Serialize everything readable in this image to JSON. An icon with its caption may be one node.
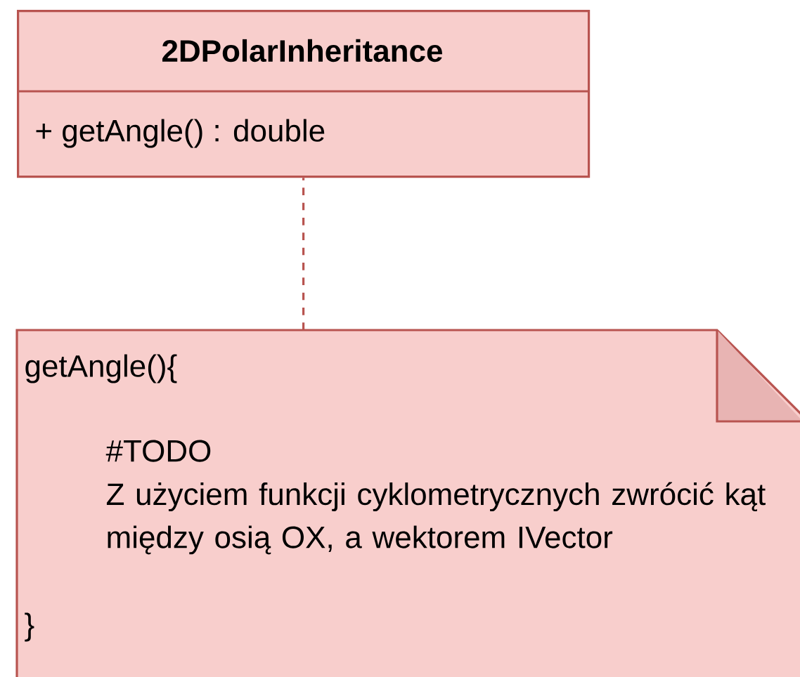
{
  "diagram": {
    "nodes": [
      {
        "text": [
          "2DPolarInheritance",
          "+ getAngle() : double"
        ]
      },
      {
        "text": [
          "getAngle(){",
          "#TODO",
          "Z użyciem funkcji cyklometrycznych zwrócić kąt między osią OX, a wektorem IVector",
          "}"
        ]
      }
    ],
    "edges": [
      {
        "from": 1,
        "to": 0,
        "arrow": "none",
        "style": "dashed"
      }
    ]
  }
}
